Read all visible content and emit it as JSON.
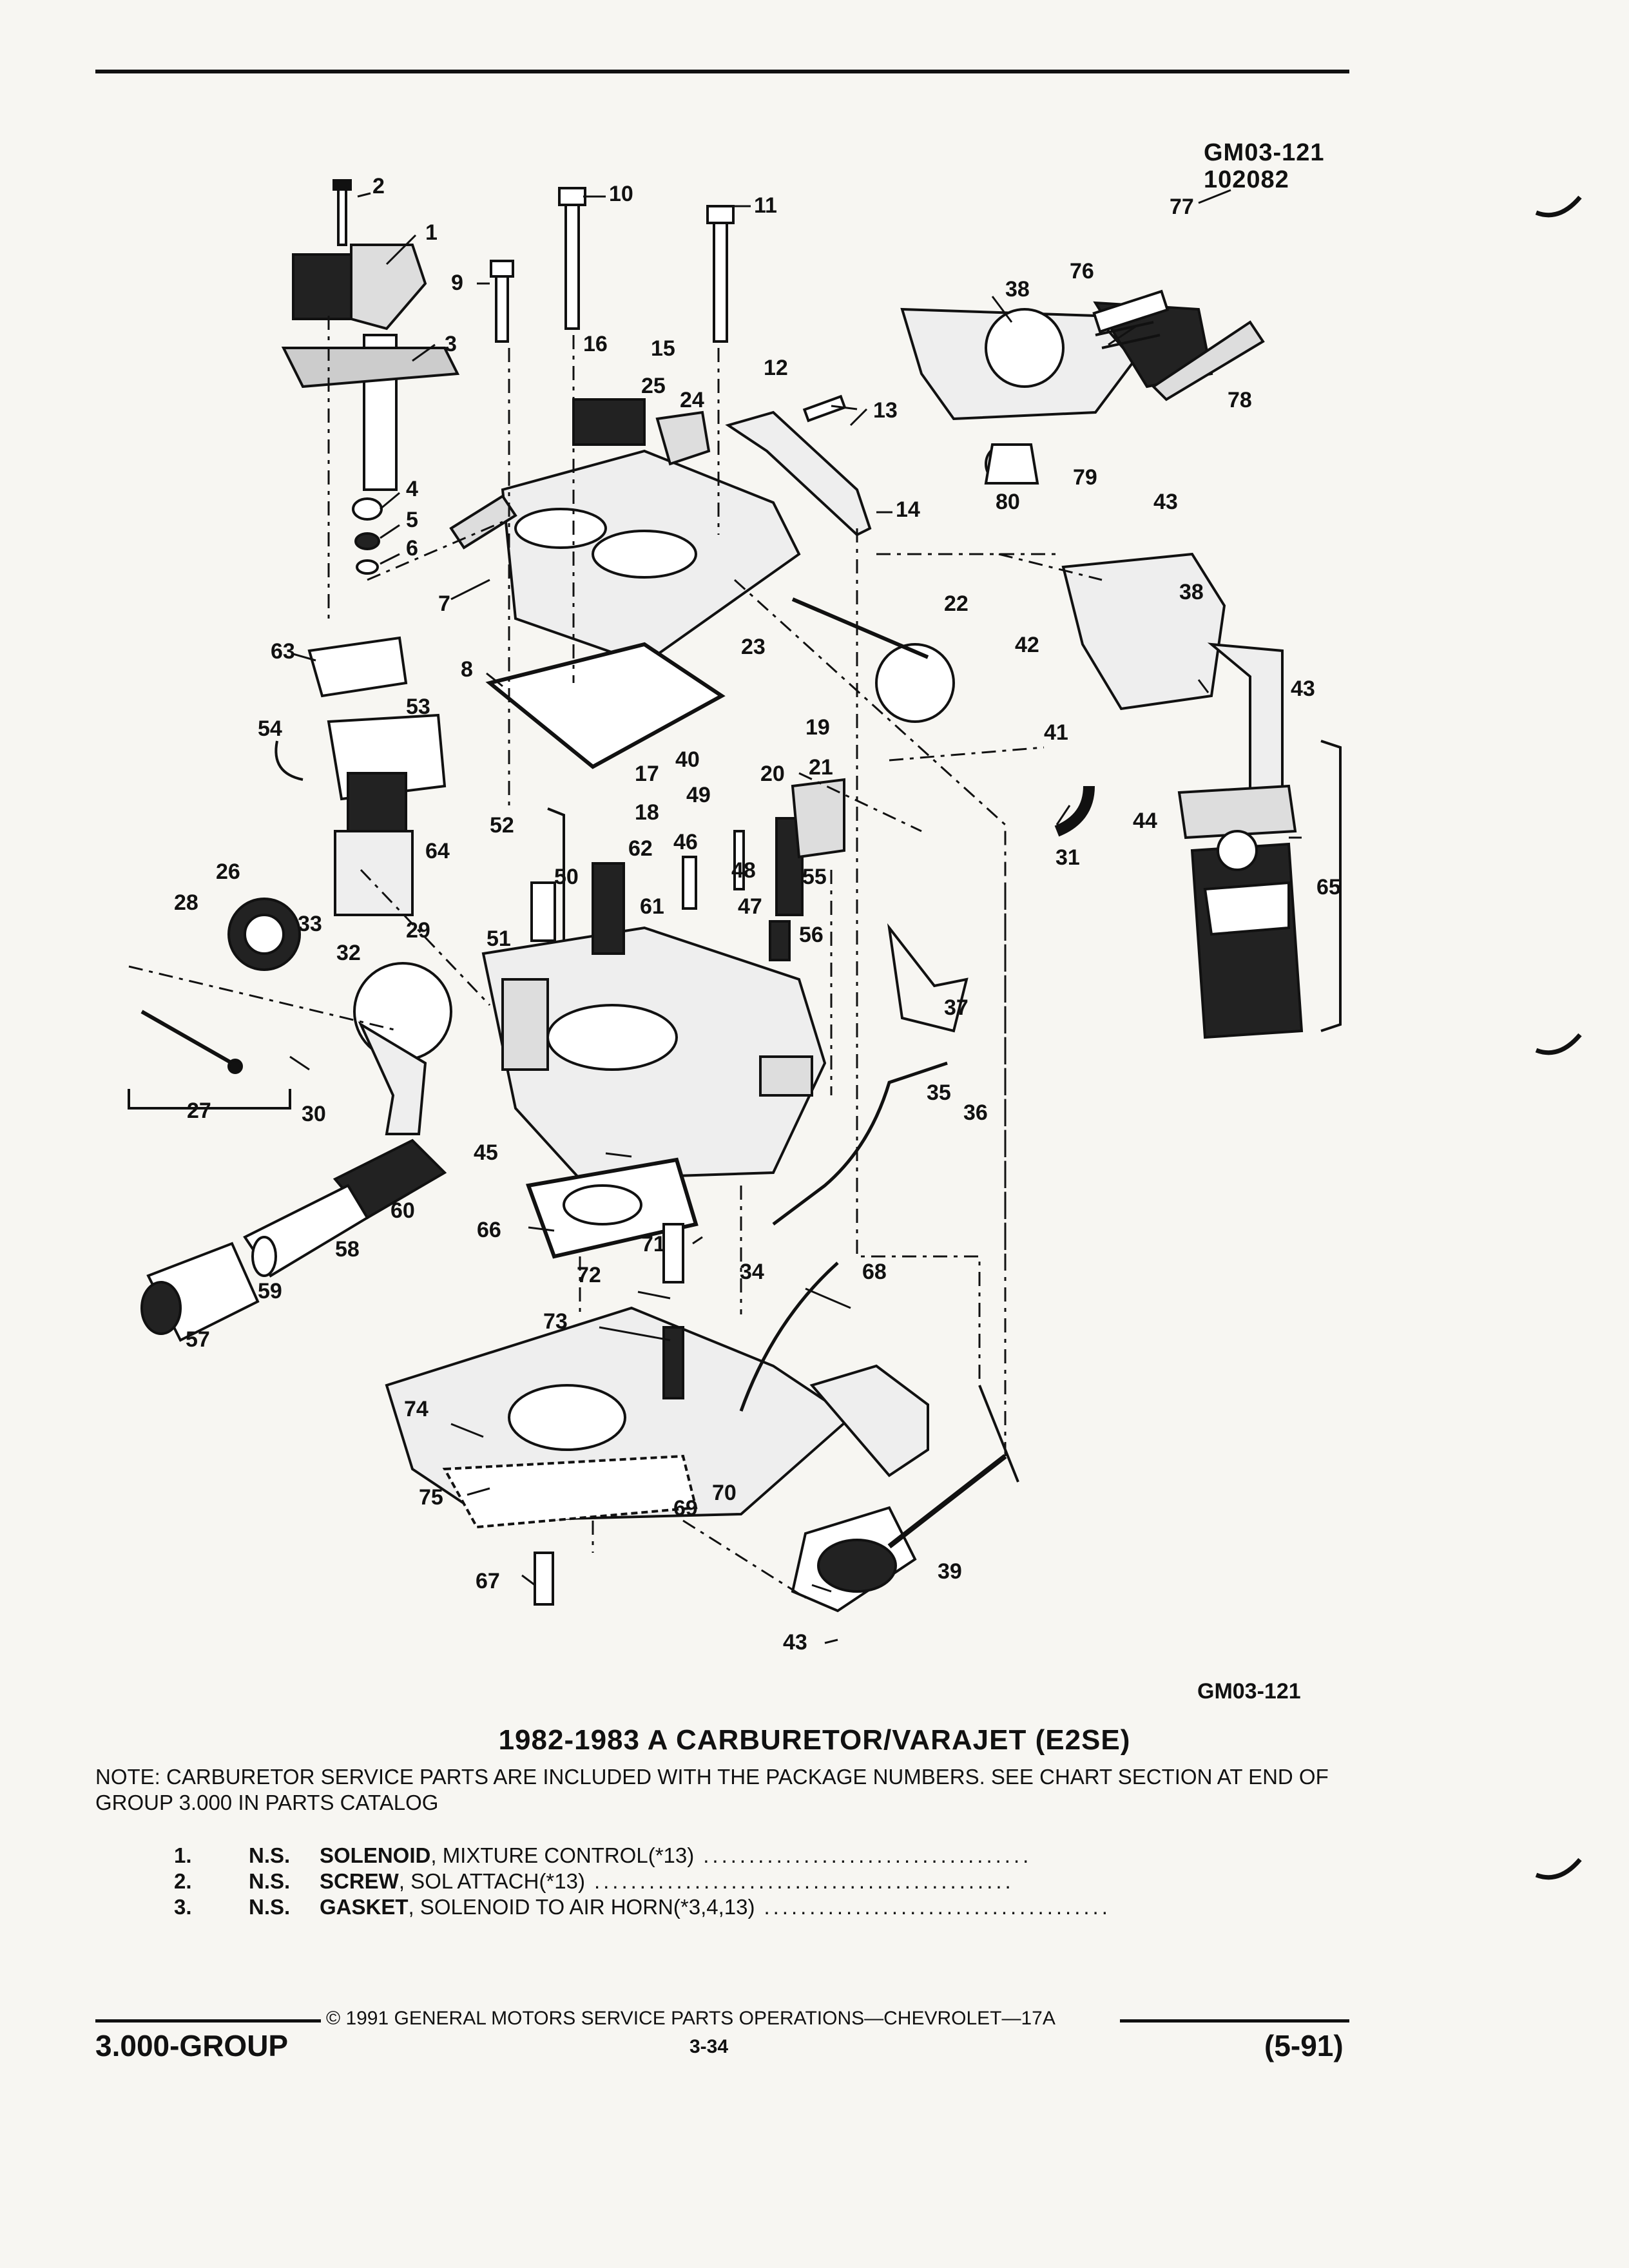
{
  "header": {
    "figure_code": "GM03-121",
    "figure_date": "102082"
  },
  "diagram": {
    "callouts": [
      "1",
      "2",
      "3",
      "4",
      "5",
      "6",
      "7",
      "8",
      "9",
      "10",
      "11",
      "12",
      "13",
      "14",
      "15",
      "16",
      "17",
      "18",
      "19",
      "20",
      "21",
      "22",
      "23",
      "24",
      "25",
      "26",
      "27",
      "28",
      "29",
      "30",
      "31",
      "32",
      "33",
      "34",
      "35",
      "36",
      "37",
      "38",
      "39",
      "40",
      "41",
      "42",
      "43",
      "44",
      "45",
      "46",
      "47",
      "48",
      "49",
      "50",
      "51",
      "52",
      "53",
      "54",
      "55",
      "56",
      "57",
      "58",
      "59",
      "60",
      "61",
      "62",
      "63",
      "64",
      "65",
      "66",
      "67",
      "68",
      "69",
      "70",
      "71",
      "72",
      "73",
      "74",
      "75",
      "76",
      "77",
      "78",
      "79",
      "80"
    ],
    "bottom_code": "GM03-121"
  },
  "title": "1982-1983 A CARBURETOR/VARAJET (E2SE)",
  "note": "NOTE:  CARBURETOR SERVICE PARTS ARE INCLUDED WITH THE PACKAGE NUMBERS. SEE CHART SECTION AT END OF GROUP 3.000 IN PARTS CATALOG",
  "parts": [
    {
      "num": "1.",
      "ns": "N.S.",
      "name": "SOLENOID",
      "desc": ", MIXTURE CONTROL(*13)",
      "dots": "...................................."
    },
    {
      "num": "2.",
      "ns": "N.S.",
      "name": "SCREW",
      "desc": ", SOL ATTACH(*13)",
      "dots": ".............................................."
    },
    {
      "num": "3.",
      "ns": "N.S.",
      "name": "GASKET",
      "desc": ", SOLENOID TO AIR HORN(*3,4,13)",
      "dots": "......................................"
    }
  ],
  "footer": {
    "copyright": "© 1991 GENERAL MOTORS SERVICE PARTS OPERATIONS—CHEVROLET—17A",
    "group": "3.000-GROUP",
    "page": "3-34",
    "revision": "(5-91)"
  }
}
